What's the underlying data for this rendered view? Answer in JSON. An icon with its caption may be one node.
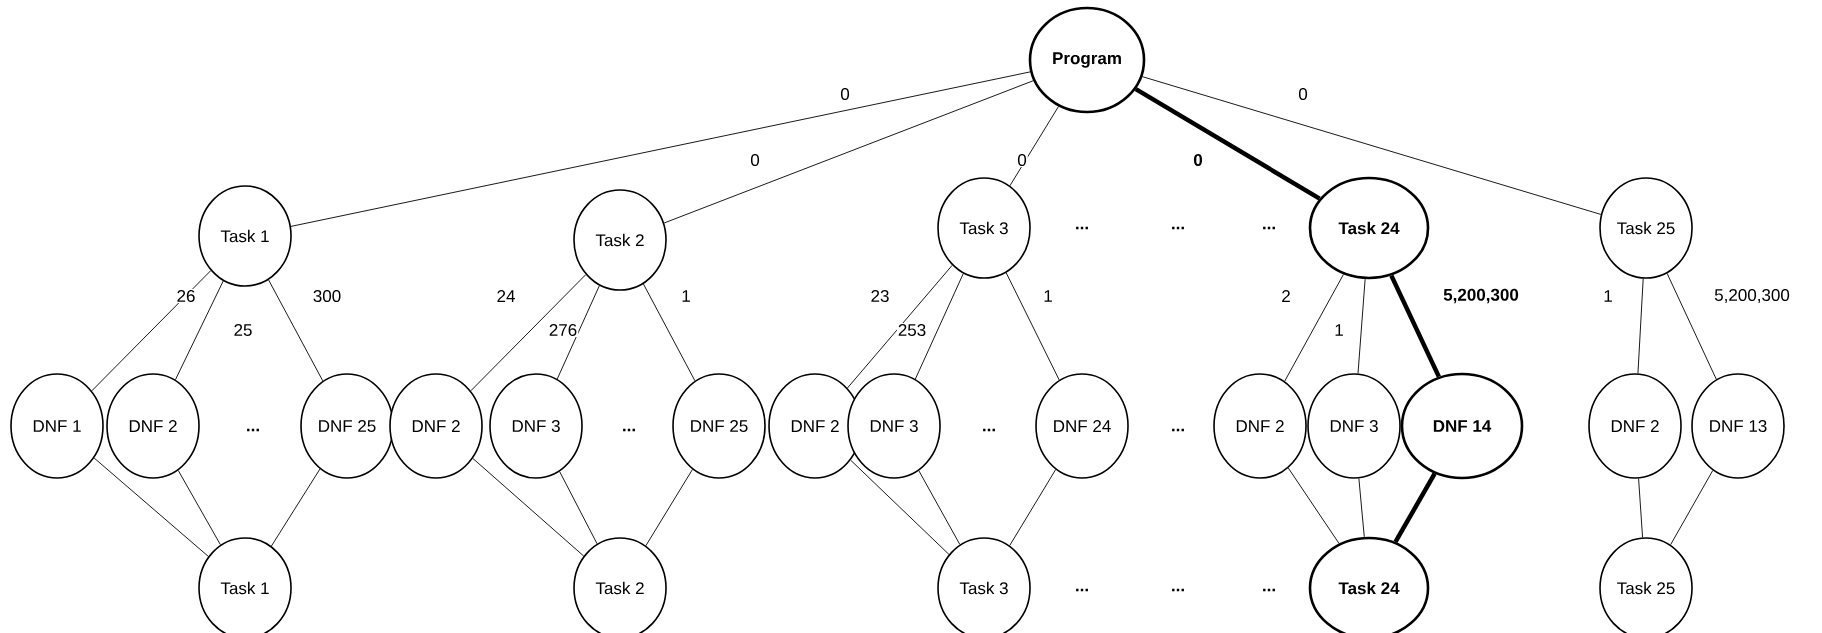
{
  "diagram": {
    "nodes": [
      {
        "text": [
          "Program"
        ]
      },
      {
        "text": [
          "Task 1"
        ]
      },
      {
        "text": [
          "Task 2"
        ]
      },
      {
        "text": [
          "Task 3"
        ]
      },
      {
        "text": [
          "Task 24"
        ]
      },
      {
        "text": [
          "Task 25"
        ]
      },
      {
        "text": [
          "DNF 1"
        ]
      },
      {
        "text": [
          "DNF 2"
        ]
      },
      {
        "text": [
          "DNF 25"
        ]
      },
      {
        "text": [
          "DNF 2"
        ]
      },
      {
        "text": [
          "DNF 3"
        ]
      },
      {
        "text": [
          "DNF 25"
        ]
      },
      {
        "text": [
          "DNF 2"
        ]
      },
      {
        "text": [
          "DNF 3"
        ]
      },
      {
        "text": [
          "DNF 24"
        ]
      },
      {
        "text": [
          "DNF 2"
        ]
      },
      {
        "text": [
          "DNF 3"
        ]
      },
      {
        "text": [
          "DNF 14"
        ]
      },
      {
        "text": [
          "DNF 2"
        ]
      },
      {
        "text": [
          "DNF 13"
        ]
      },
      {
        "text": [
          "Task 1"
        ]
      },
      {
        "text": [
          "Task 2"
        ]
      },
      {
        "text": [
          "Task 3"
        ]
      },
      {
        "text": [
          "Task 24"
        ]
      },
      {
        "text": [
          "Task 25"
        ]
      }
    ],
    "edges": [
      {
        "from": 0,
        "to": 1,
        "arrow": "none",
        "label": "0"
      },
      {
        "from": 0,
        "to": 2,
        "arrow": "none",
        "label": "0"
      },
      {
        "from": 0,
        "to": 3,
        "arrow": "none",
        "label": "0"
      },
      {
        "from": 0,
        "to": 4,
        "arrow": "none",
        "label": "0",
        "style": "thick"
      },
      {
        "from": 0,
        "to": 5,
        "arrow": "none",
        "label": "0"
      },
      {
        "from": 1,
        "to": 6,
        "arrow": "none",
        "label": "26"
      },
      {
        "from": 1,
        "to": 7,
        "arrow": "none",
        "label": "25"
      },
      {
        "from": 1,
        "to": 8,
        "arrow": "none",
        "label": "300"
      },
      {
        "from": 2,
        "to": 9,
        "arrow": "none",
        "label": "24"
      },
      {
        "from": 2,
        "to": 10,
        "arrow": "none",
        "label": "276"
      },
      {
        "from": 2,
        "to": 11,
        "arrow": "none",
        "label": "1"
      },
      {
        "from": 3,
        "to": 12,
        "arrow": "none",
        "label": "23"
      },
      {
        "from": 3,
        "to": 13,
        "arrow": "none",
        "label": "253"
      },
      {
        "from": 3,
        "to": 14,
        "arrow": "none",
        "label": "1"
      },
      {
        "from": 4,
        "to": 15,
        "arrow": "none",
        "label": "2"
      },
      {
        "from": 4,
        "to": 16,
        "arrow": "none",
        "label": "1"
      },
      {
        "from": 4,
        "to": 17,
        "arrow": "none",
        "label": "5,200,300",
        "style": "thick"
      },
      {
        "from": 5,
        "to": 18,
        "arrow": "none",
        "label": "1"
      },
      {
        "from": 5,
        "to": 19,
        "arrow": "none",
        "label": "5,200,300"
      },
      {
        "from": 6,
        "to": 20,
        "arrow": "none"
      },
      {
        "from": 7,
        "to": 20,
        "arrow": "none"
      },
      {
        "from": 8,
        "to": 20,
        "arrow": "none"
      },
      {
        "from": 9,
        "to": 21,
        "arrow": "none"
      },
      {
        "from": 10,
        "to": 21,
        "arrow": "none"
      },
      {
        "from": 11,
        "to": 21,
        "arrow": "none"
      },
      {
        "from": 12,
        "to": 22,
        "arrow": "none"
      },
      {
        "from": 13,
        "to": 22,
        "arrow": "none"
      },
      {
        "from": 14,
        "to": 22,
        "arrow": "none"
      },
      {
        "from": 15,
        "to": 23,
        "arrow": "none"
      },
      {
        "from": 16,
        "to": 23,
        "arrow": "none"
      },
      {
        "from": 17,
        "to": 23,
        "arrow": "none",
        "style": "thick"
      },
      {
        "from": 18,
        "to": 24,
        "arrow": "none"
      },
      {
        "from": 19,
        "to": 24,
        "arrow": "none"
      }
    ],
    "labels": [
      "...",
      "...",
      "...",
      "...",
      "...",
      "...",
      "...",
      "...",
      "...",
      "..."
    ]
  }
}
